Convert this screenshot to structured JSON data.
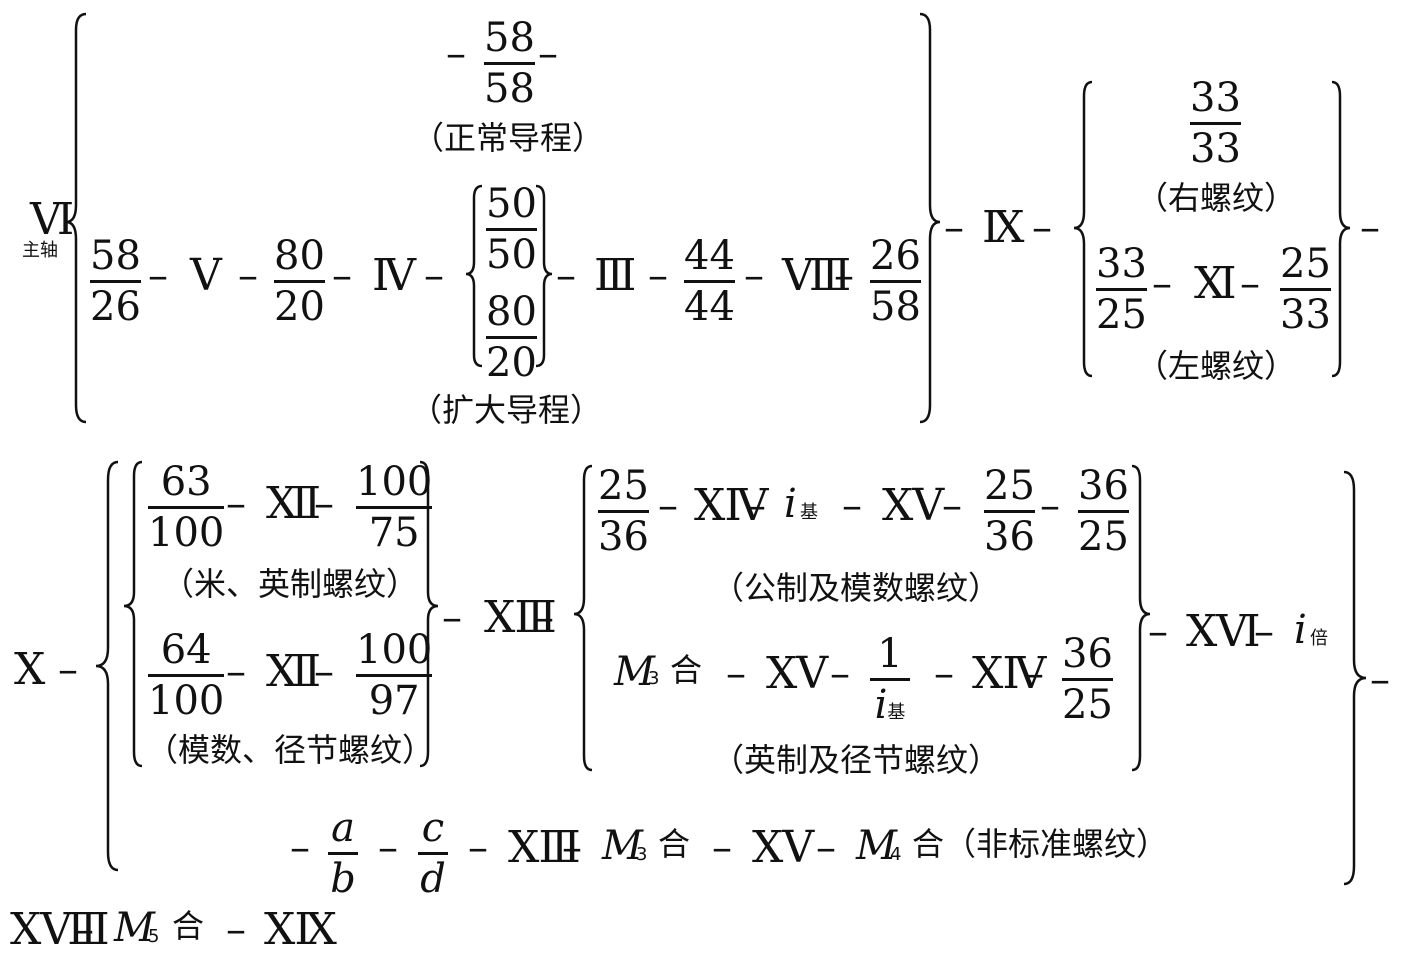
{
  "row1": {
    "spindle": {
      "roman": "Ⅵ",
      "label": "主轴"
    },
    "normal": {
      "frac": {
        "n": "58",
        "d": "58"
      },
      "label": "（正常导程）"
    },
    "expand": {
      "f1": {
        "n": "58",
        "d": "26"
      },
      "r1": "Ⅴ",
      "f2": {
        "n": "80",
        "d": "20"
      },
      "r2": "Ⅳ",
      "opt1": {
        "n": "50",
        "d": "50"
      },
      "opt2": {
        "n": "80",
        "d": "20"
      },
      "r3": "Ⅲ",
      "f3": {
        "n": "44",
        "d": "44"
      },
      "r4": "Ⅷ",
      "f4": {
        "n": "26",
        "d": "58"
      },
      "label": "（扩大导程）"
    },
    "r_ix": "Ⅸ",
    "right": {
      "f1": {
        "n": "33",
        "d": "33"
      },
      "label1": "（右螺纹）",
      "f2": {
        "n": "33",
        "d": "25"
      },
      "r": "Ⅺ",
      "f3": {
        "n": "25",
        "d": "33"
      },
      "label2": "（左螺纹）"
    }
  },
  "row2": {
    "r_x": "Ⅹ",
    "a": {
      "f1": {
        "n": "63",
        "d": "100"
      },
      "r": "Ⅻ",
      "f2": {
        "n": "100",
        "d": "75"
      },
      "label": "（米、英制螺纹）"
    },
    "b": {
      "f1": {
        "n": "64",
        "d": "100"
      },
      "r": "Ⅻ",
      "f2": {
        "n": "100",
        "d": "97"
      },
      "label": "（模数、径节螺纹）"
    },
    "r_xiii": "ⅩⅢ",
    "c": {
      "f1": {
        "n": "25",
        "d": "36"
      },
      "r1": "ⅩⅣ",
      "i": "i",
      "isub": "基",
      "r2": "ⅩⅤ",
      "f2": {
        "n": "25",
        "d": "36"
      },
      "f3": {
        "n": "36",
        "d": "25"
      },
      "label": "（公制及模数螺纹）"
    },
    "d": {
      "m": "M",
      "msub": "3",
      "he": "合",
      "r1": "ⅩⅤ",
      "f1n": "1",
      "f1i": "i",
      "f1sub": "基",
      "r2": "ⅩⅣ",
      "f2": {
        "n": "36",
        "d": "25"
      },
      "label": "（英制及径节螺纹）"
    },
    "r_xvi": "ⅩⅥ",
    "ibei": "i",
    "ibei_sub": "倍",
    "e": {
      "a": "a",
      "b": "b",
      "c": "c",
      "d": "d",
      "r1": "ⅩⅢ",
      "m1": "M",
      "m1sub": "3",
      "he1": "合",
      "r2": "ⅩⅤ",
      "m2": "M",
      "m2sub": "4",
      "he2": "合",
      "label": "（非标准螺纹）"
    }
  },
  "row3": {
    "r1": "ⅩⅧ",
    "m": "M",
    "msub": "5",
    "he": "合",
    "r2": "ⅩⅨ"
  }
}
